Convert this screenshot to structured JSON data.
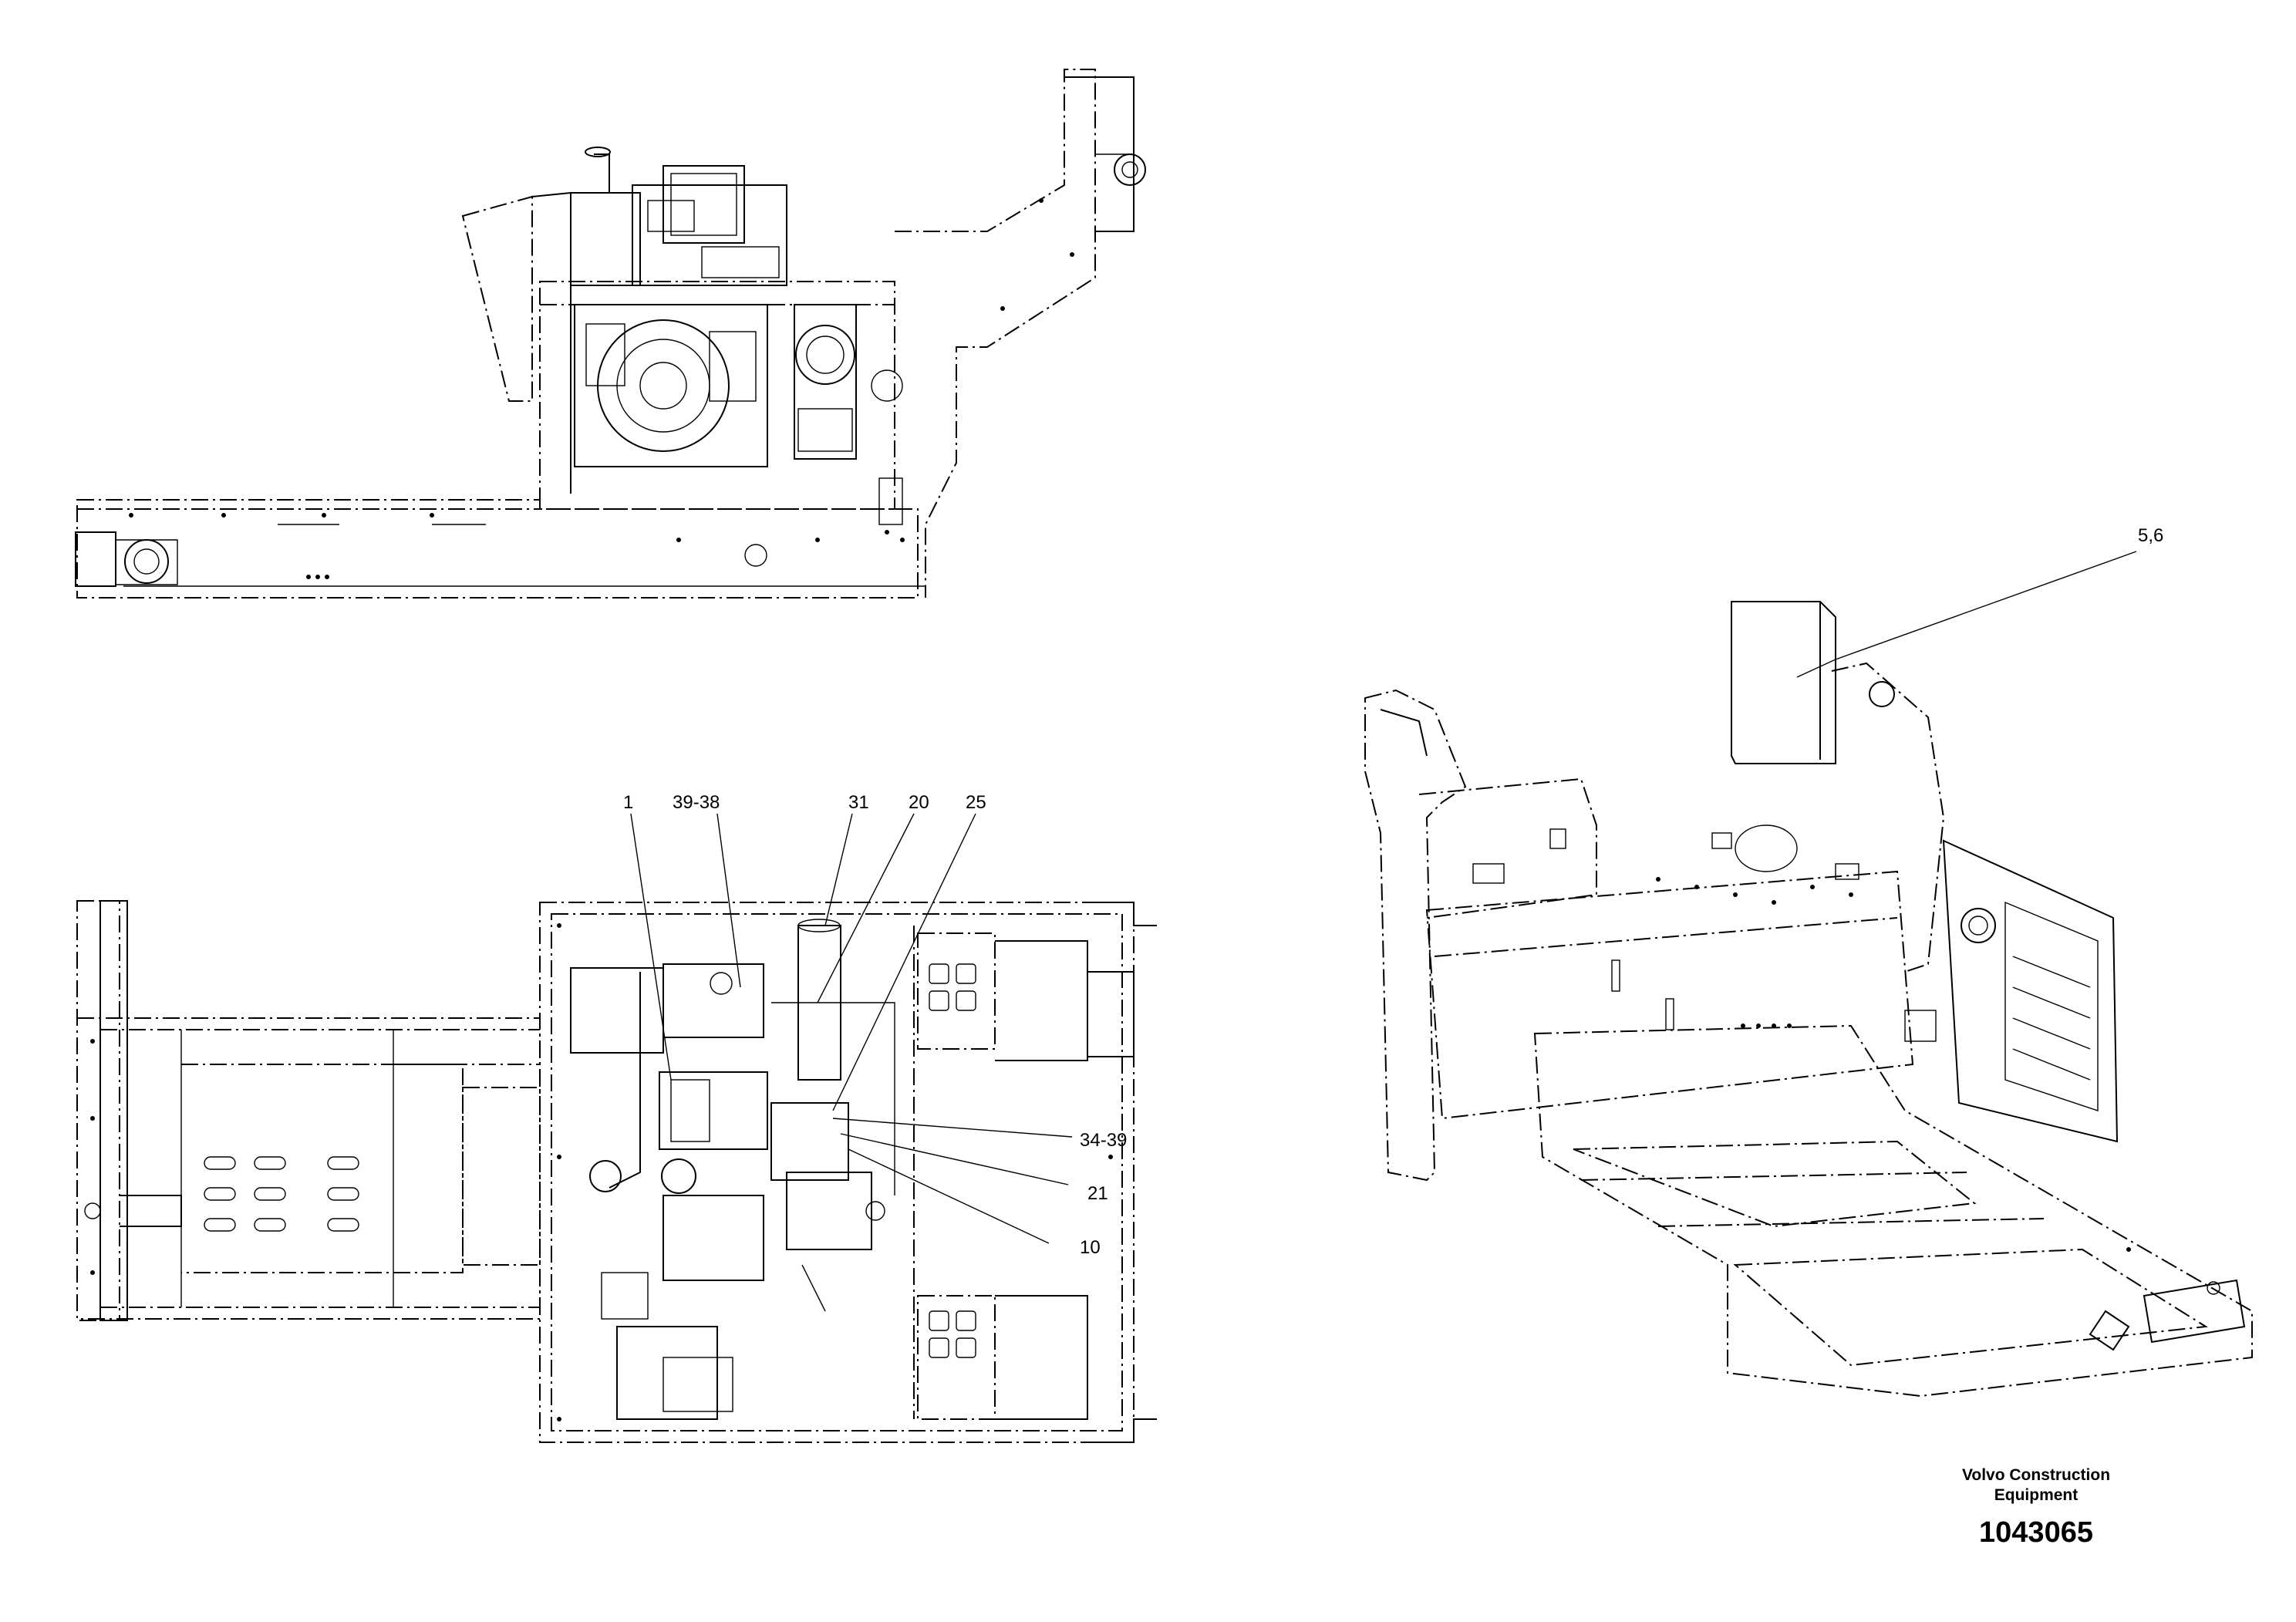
{
  "callouts": {
    "part_1": "1",
    "part_39_38": "39-38",
    "part_31": "31",
    "part_20": "20",
    "part_25": "25",
    "part_34_39": "34-39",
    "part_21": "21",
    "part_10": "10",
    "part_5_6": "5,6"
  },
  "title_block": {
    "brand_line1": "Volvo Construction",
    "brand_line2": "Equipment",
    "document_number": "1043065"
  }
}
